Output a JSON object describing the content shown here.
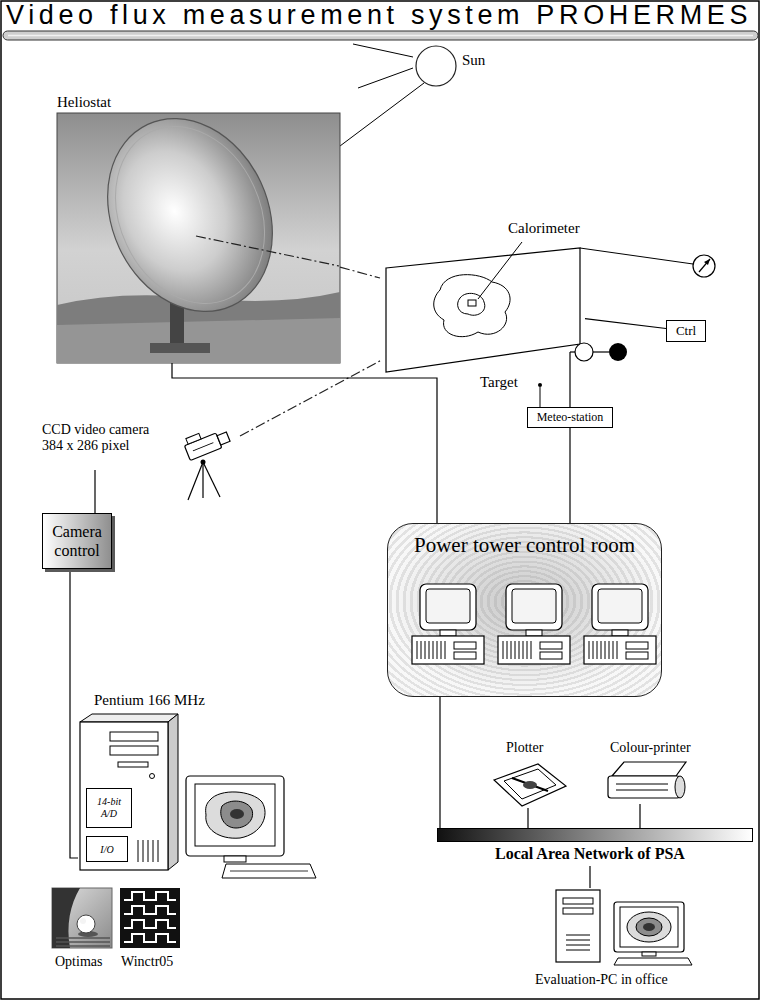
{
  "diagram": {
    "title": "Video flux measurement system PROHERMES",
    "nodes": [
      {
        "text": [
          "Heliostat"
        ]
      },
      {
        "text": [
          "Calorimeter",
          "Target"
        ]
      },
      {
        "text": [
          "Ctrl"
        ]
      },
      {
        "text": [
          "CCD video camera 384 x 286 pixel"
        ]
      },
      {
        "text": [
          "Meteo-station"
        ]
      },
      {
        "text": [
          "Camera control"
        ]
      },
      {
        "text": [
          "Power tower control room"
        ]
      },
      {
        "text": [
          "Pentium 166 MHz"
        ]
      },
      {
        "text": [
          "14-bit A/D"
        ],
        "in": 7
      },
      {
        "text": [
          "I/O"
        ],
        "in": 7
      },
      {
        "text": [
          "Plotter"
        ]
      },
      {
        "text": [
          "Colour-printer"
        ]
      },
      {
        "text": [
          "Local Area Network of PSA"
        ]
      },
      {
        "text": [
          "Evaluation-PC in office"
        ]
      },
      {
        "text": [
          "Optimas"
        ]
      },
      {
        "text": [
          "Winctr05"
        ]
      }
    ],
    "edges": [
      {
        "from": 0,
        "to": 1,
        "arrow": "none"
      },
      {
        "from": 3,
        "to": 1,
        "arrow": "none"
      },
      {
        "from": 0,
        "to": 6,
        "arrow": "none"
      },
      {
        "from": 4,
        "to": 6,
        "arrow": "none"
      },
      {
        "from": 3,
        "to": 5,
        "arrow": "none"
      },
      {
        "from": 5,
        "to": 7,
        "arrow": "none"
      },
      {
        "from": 1,
        "to": 2,
        "arrow": "none"
      },
      {
        "from": 6,
        "to": 12,
        "arrow": "none"
      },
      {
        "from": 12,
        "to": 10,
        "arrow": "none"
      },
      {
        "from": 12,
        "to": 11,
        "arrow": "none"
      },
      {
        "from": 12,
        "to": 13,
        "arrow": "none"
      }
    ],
    "labels": [
      "Sun"
    ]
  }
}
